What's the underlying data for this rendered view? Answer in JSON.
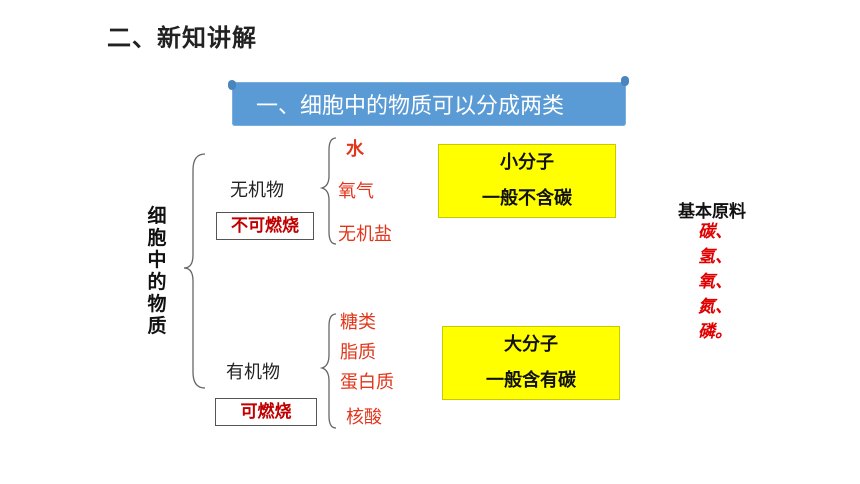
{
  "heading": "二、新知讲解",
  "banner": "一、细胞中的物质可以分成两类",
  "vertical_title": [
    "细",
    "胞",
    "中",
    "的",
    "物",
    "质"
  ],
  "inorganic": {
    "label": "无机物",
    "box": "不可燃烧",
    "items": [
      "水",
      "氧气",
      "无机盐"
    ]
  },
  "organic": {
    "label": "有机物",
    "box": "可燃烧",
    "items": [
      "糖类",
      "脂质",
      "蛋白质",
      "核酸"
    ]
  },
  "small_molecule": {
    "title": "小分子",
    "desc": "一般不含碳"
  },
  "large_molecule": {
    "title": "大分子",
    "desc": "一般含有碳"
  },
  "base_materials": {
    "title": "基本原料",
    "elements": [
      "碳、",
      "氢、",
      "氧、",
      "氮、",
      "磷。"
    ]
  },
  "colors": {
    "banner": "#5a9bd5",
    "accent_red": "#e1361b",
    "highlight": "#ffff00"
  }
}
